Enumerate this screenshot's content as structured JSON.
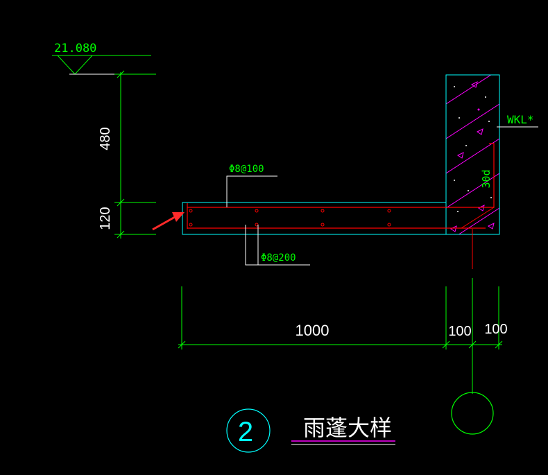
{
  "drawing": {
    "elevation_label": "21.080",
    "height_dims": {
      "upper": "480",
      "lower": "120"
    },
    "rebar_top_label": "Φ8@100",
    "rebar_bottom_label": "Φ8@200",
    "beam_label": "WKL*",
    "anchorage_label": "30d",
    "width_dims": {
      "slab": "1000",
      "beam_left": "100",
      "beam_right": "100"
    },
    "detail_number": "2",
    "detail_title": "雨蓬大样"
  },
  "colors": {
    "background": "#000000",
    "dimension": "#00ff00",
    "outline": "#00ffff",
    "rebar": "#ff0000",
    "hatch": "#ff00ff",
    "text": "#ffffff",
    "arrow": "#ff2a2a"
  }
}
